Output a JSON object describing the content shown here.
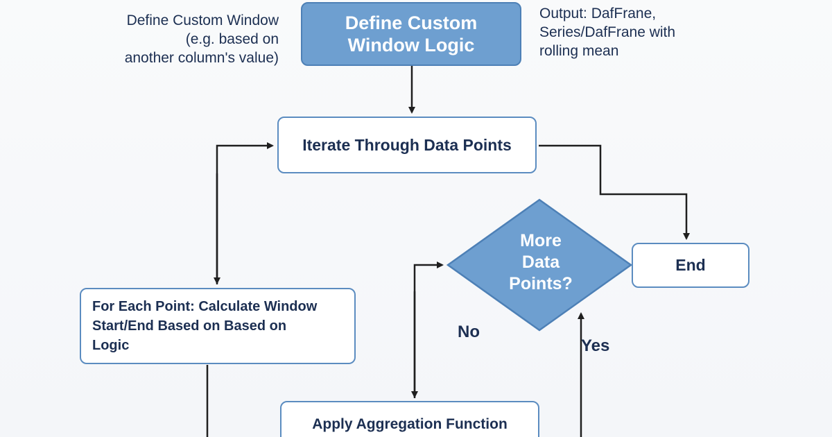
{
  "nodes": {
    "define_window": "Define Custom\nWindow Logic",
    "iterate": "Iterate Through Data Points",
    "decision": "More\nData\nPoints?",
    "end": "End",
    "for_each": "For Each Point: Calculate Window\nStart/End Based on Based on\nLogic",
    "apply_aggregation": "Apply Aggregation Function"
  },
  "notes": {
    "top_left": "Define Custom Window\n(e.g. based on\nanother column's value)",
    "top_right": "Output: DafFrane,\nSeries/DafFrane with\nrolling mean"
  },
  "edge_labels": {
    "no": "No",
    "yes": "Yes"
  },
  "colors": {
    "primary_fill": "#6e9fd0",
    "primary_border": "#4d80b6",
    "node_border": "#5b8cc0",
    "text": "#1c2f52",
    "arrow": "#1f1f1f"
  }
}
